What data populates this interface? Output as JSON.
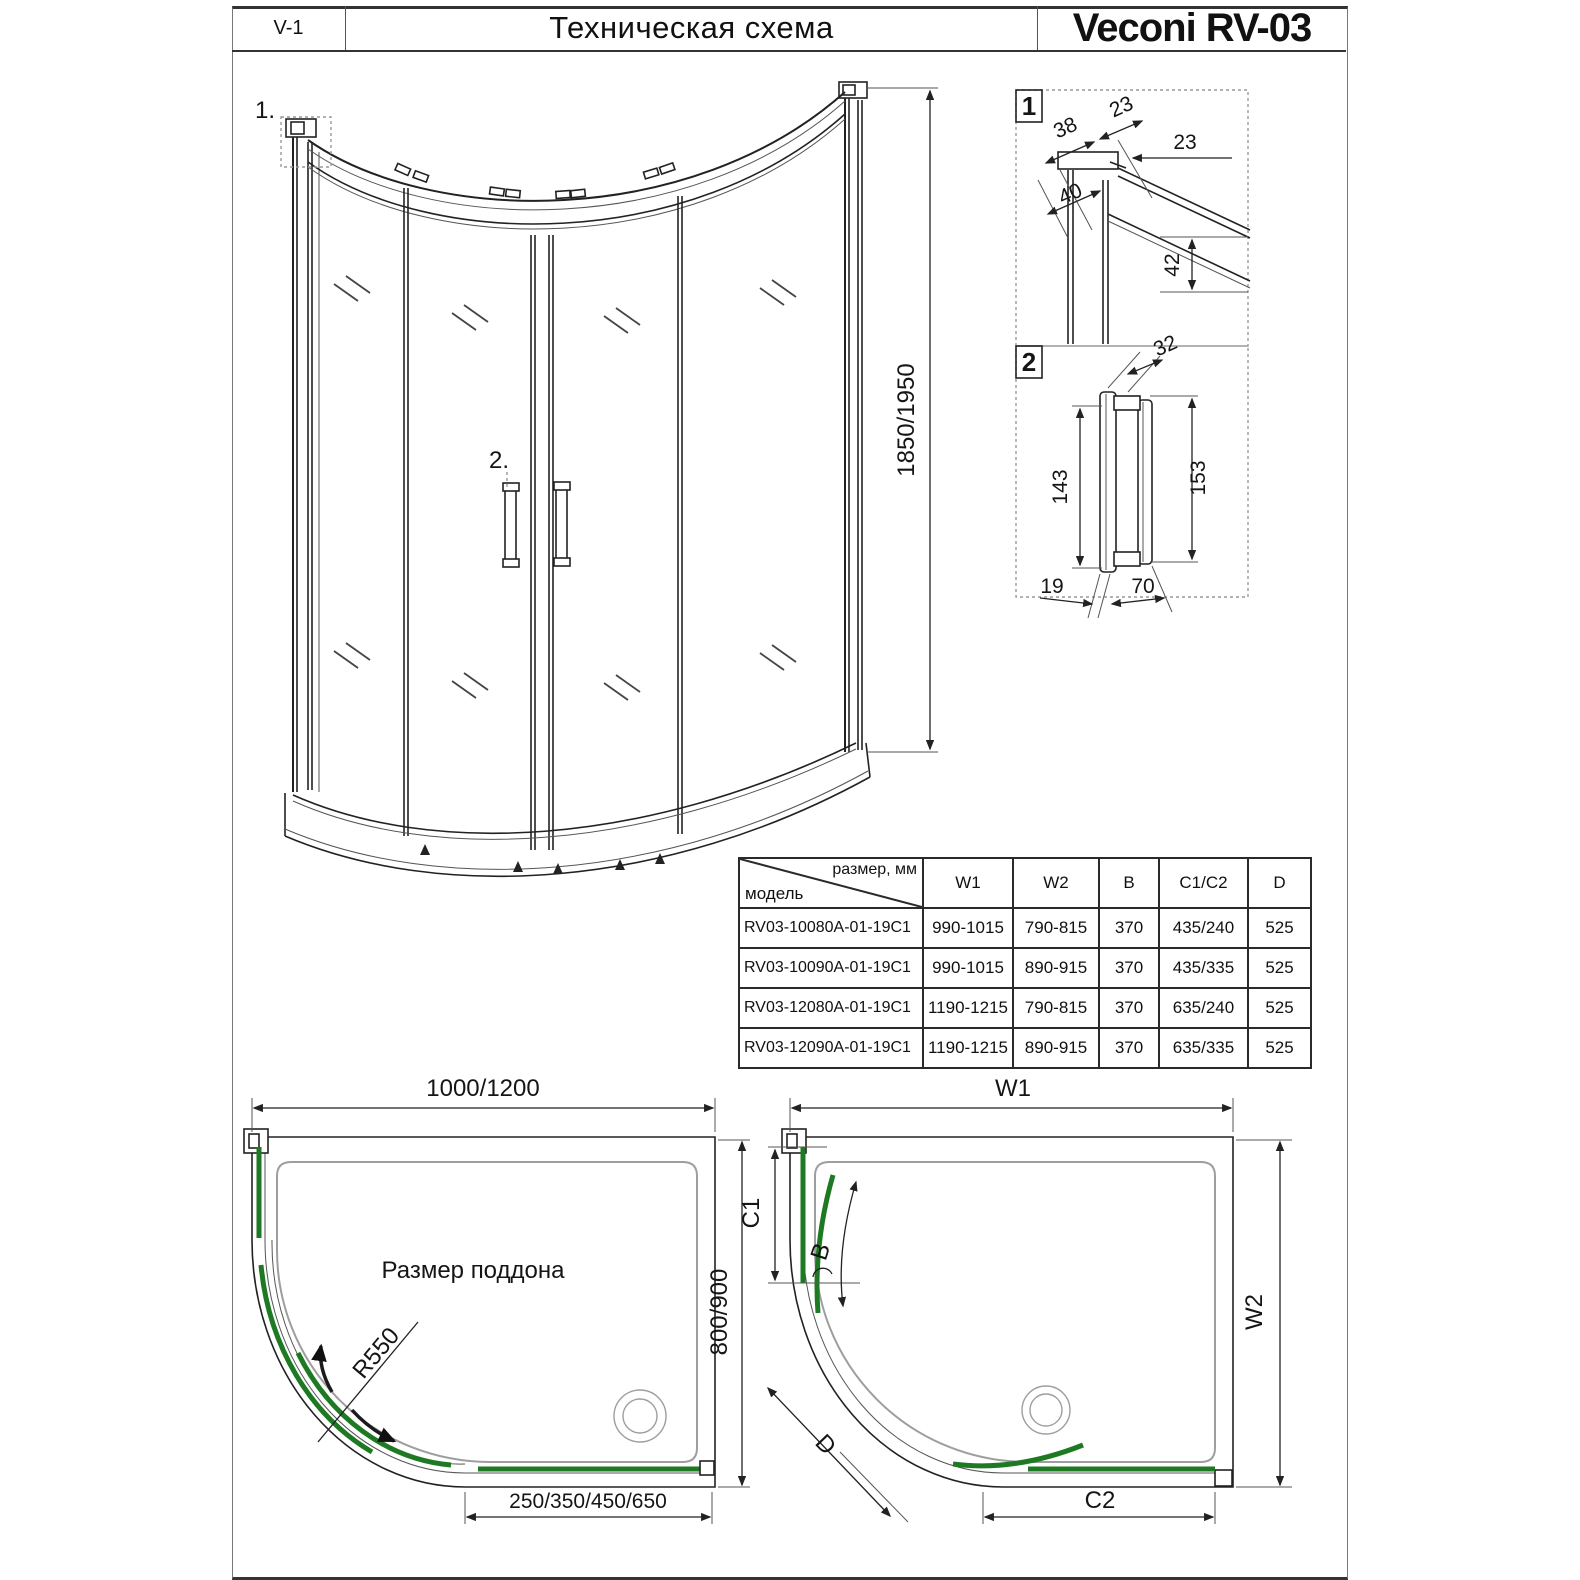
{
  "header": {
    "code": "V-1",
    "title": "Техническая схема",
    "brand": "Veconi RV-03"
  },
  "front_view": {
    "callout_1": "1.",
    "callout_2": "2.",
    "height_dim": "1850/1950"
  },
  "detail_1": {
    "label": "1",
    "dim_38": "38",
    "dim_23_diag": "23",
    "dim_23_horiz": "23",
    "dim_40": "40",
    "dim_42": "42"
  },
  "detail_2": {
    "label": "2",
    "dim_32": "32",
    "dim_143": "143",
    "dim_153": "153",
    "dim_19": "19",
    "dim_70": "70"
  },
  "size_table": {
    "corner_top": "размер, мм",
    "corner_bottom": "модель",
    "columns": [
      "W1",
      "W2",
      "B",
      "C1/C2",
      "D"
    ],
    "rows": [
      {
        "model": "RV03-10080A-01-19C1",
        "w1": "990-1015",
        "w2": "790-815",
        "b": "370",
        "c1c2": "435/240",
        "d": "525"
      },
      {
        "model": "RV03-10090A-01-19C1",
        "w1": "990-1015",
        "w2": "890-915",
        "b": "370",
        "c1c2": "435/335",
        "d": "525"
      },
      {
        "model": "RV03-12080A-01-19C1",
        "w1": "1190-1215",
        "w2": "790-815",
        "b": "370",
        "c1c2": "635/240",
        "d": "525"
      },
      {
        "model": "RV03-12090A-01-19C1",
        "w1": "1190-1215",
        "w2": "890-915",
        "b": "370",
        "c1c2": "635/335",
        "d": "525"
      }
    ]
  },
  "plan_left": {
    "width_dim": "1000/1200",
    "depth_dim": "800/900",
    "radius_label": "R550",
    "tray_label": "Размер поддона",
    "door_dim": "250/350/450/650"
  },
  "plan_right": {
    "w1": "W1",
    "w2": "W2",
    "c1": "C1",
    "c2": "C2",
    "b": "B",
    "d": "D"
  },
  "colors": {
    "door_accent": "#1e7a22"
  }
}
